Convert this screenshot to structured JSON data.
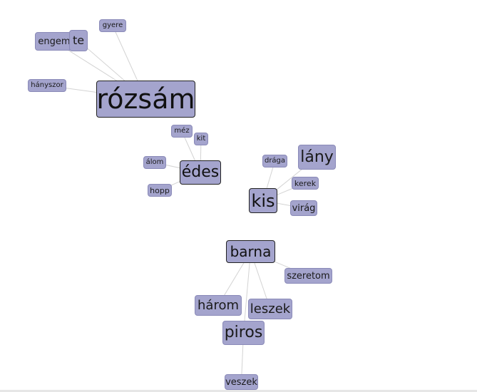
{
  "graph": {
    "colors": {
      "node_fill": "#a4a4cd",
      "node_border": "#8a8ab8",
      "hub_border": "#222222",
      "edge": "#d3d3d3"
    },
    "nodes": {
      "gyere": "gyere",
      "engem": "engem",
      "te": "te",
      "hanyszor": "hányszor",
      "rozsam": "rózsám",
      "mez": "méz",
      "kit": "kit",
      "alom": "álom",
      "edes": "édes",
      "hopp": "hopp",
      "draga": "drága",
      "lany": "lány",
      "kerek": "kerek",
      "kis": "kis",
      "virag": "virág",
      "barna": "barna",
      "szeretom": "szeretom",
      "harom": "három",
      "leszek": "leszek",
      "piros": "piros",
      "veszek": "veszek"
    },
    "edges": [
      [
        "rozsam",
        "gyere"
      ],
      [
        "rozsam",
        "engem"
      ],
      [
        "rozsam",
        "te"
      ],
      [
        "rozsam",
        "hanyszor"
      ],
      [
        "edes",
        "mez"
      ],
      [
        "edes",
        "kit"
      ],
      [
        "edes",
        "alom"
      ],
      [
        "edes",
        "hopp"
      ],
      [
        "kis",
        "draga"
      ],
      [
        "kis",
        "lany"
      ],
      [
        "kis",
        "kerek"
      ],
      [
        "kis",
        "virag"
      ],
      [
        "barna",
        "szeretom"
      ],
      [
        "barna",
        "harom"
      ],
      [
        "barna",
        "leszek"
      ],
      [
        "barna",
        "piros"
      ],
      [
        "piros",
        "veszek"
      ]
    ]
  }
}
